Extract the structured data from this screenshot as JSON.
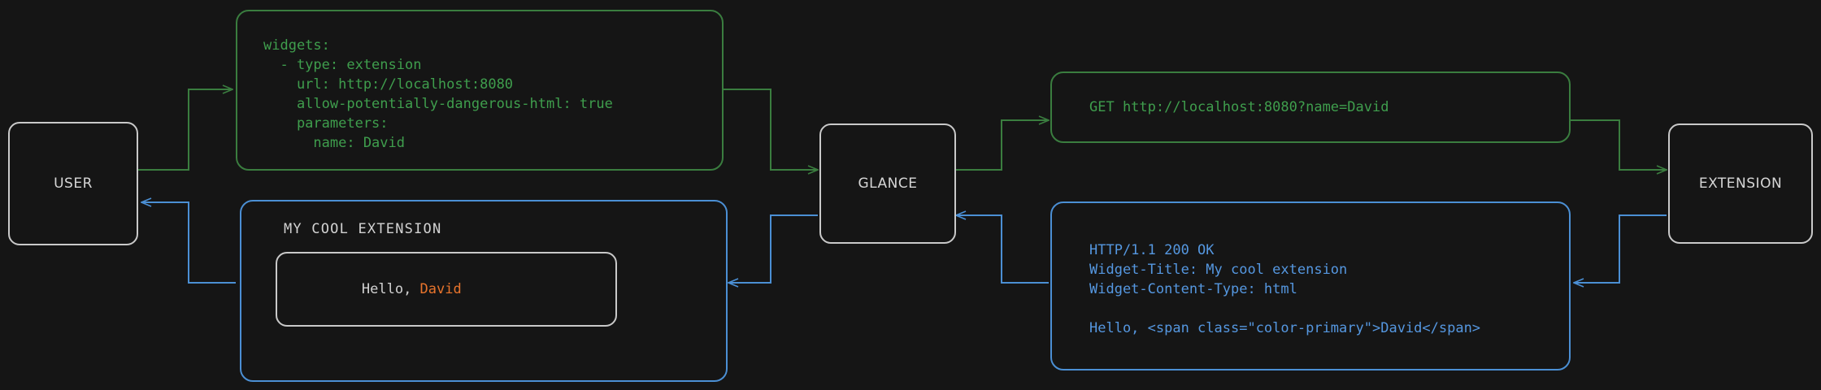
{
  "theme": {
    "background": "#151515",
    "node_border": "#c9c9c9",
    "node_text": "#d6d6d6",
    "request_color": "#3f9e4d",
    "request_border": "#3a7d3f",
    "response_color": "#5597e0",
    "response_border": "#4b8fd4",
    "accent_color": "#e8742c"
  },
  "nodes": {
    "user": {
      "label": "USER"
    },
    "glance": {
      "label": "GLANCE"
    },
    "extension": {
      "label": "EXTENSION"
    }
  },
  "config_box": {
    "kind": "yaml-config",
    "color": "request",
    "lines": [
      "widgets:",
      "  - type: extension",
      "    url: http://localhost:8080",
      "    allow-potentially-dangerous-html: true",
      "    parameters:",
      "      name: David"
    ],
    "text": "widgets:\n  - type: extension\n    url: http://localhost:8080\n    allow-potentially-dangerous-html: true\n    parameters:\n      name: David"
  },
  "request_box": {
    "kind": "http-request",
    "color": "request",
    "text": "GET http://localhost:8080?name=David"
  },
  "response_box": {
    "kind": "http-response",
    "color": "response",
    "lines": [
      "HTTP/1.1 200 OK",
      "Widget-Title: My cool extension",
      "Widget-Content-Type: html",
      "",
      "Hello, <span class=\"color-primary\">David</span>"
    ],
    "text": "HTTP/1.1 200 OK\nWidget-Title: My cool extension\nWidget-Content-Type: html\n\nHello, <span class=\"color-primary\">David</span>"
  },
  "widget_preview": {
    "kind": "rendered-widget",
    "color": "response",
    "title": "MY COOL EXTENSION",
    "greeting_prefix": "Hello, ",
    "greeting_name": "David"
  },
  "flow": {
    "request_arrows": [
      "user-to-config",
      "config-to-glance",
      "glance-to-request",
      "request-to-extension"
    ],
    "response_arrows": [
      "extension-to-response",
      "response-to-glance",
      "glance-to-widget",
      "widget-to-user"
    ]
  }
}
